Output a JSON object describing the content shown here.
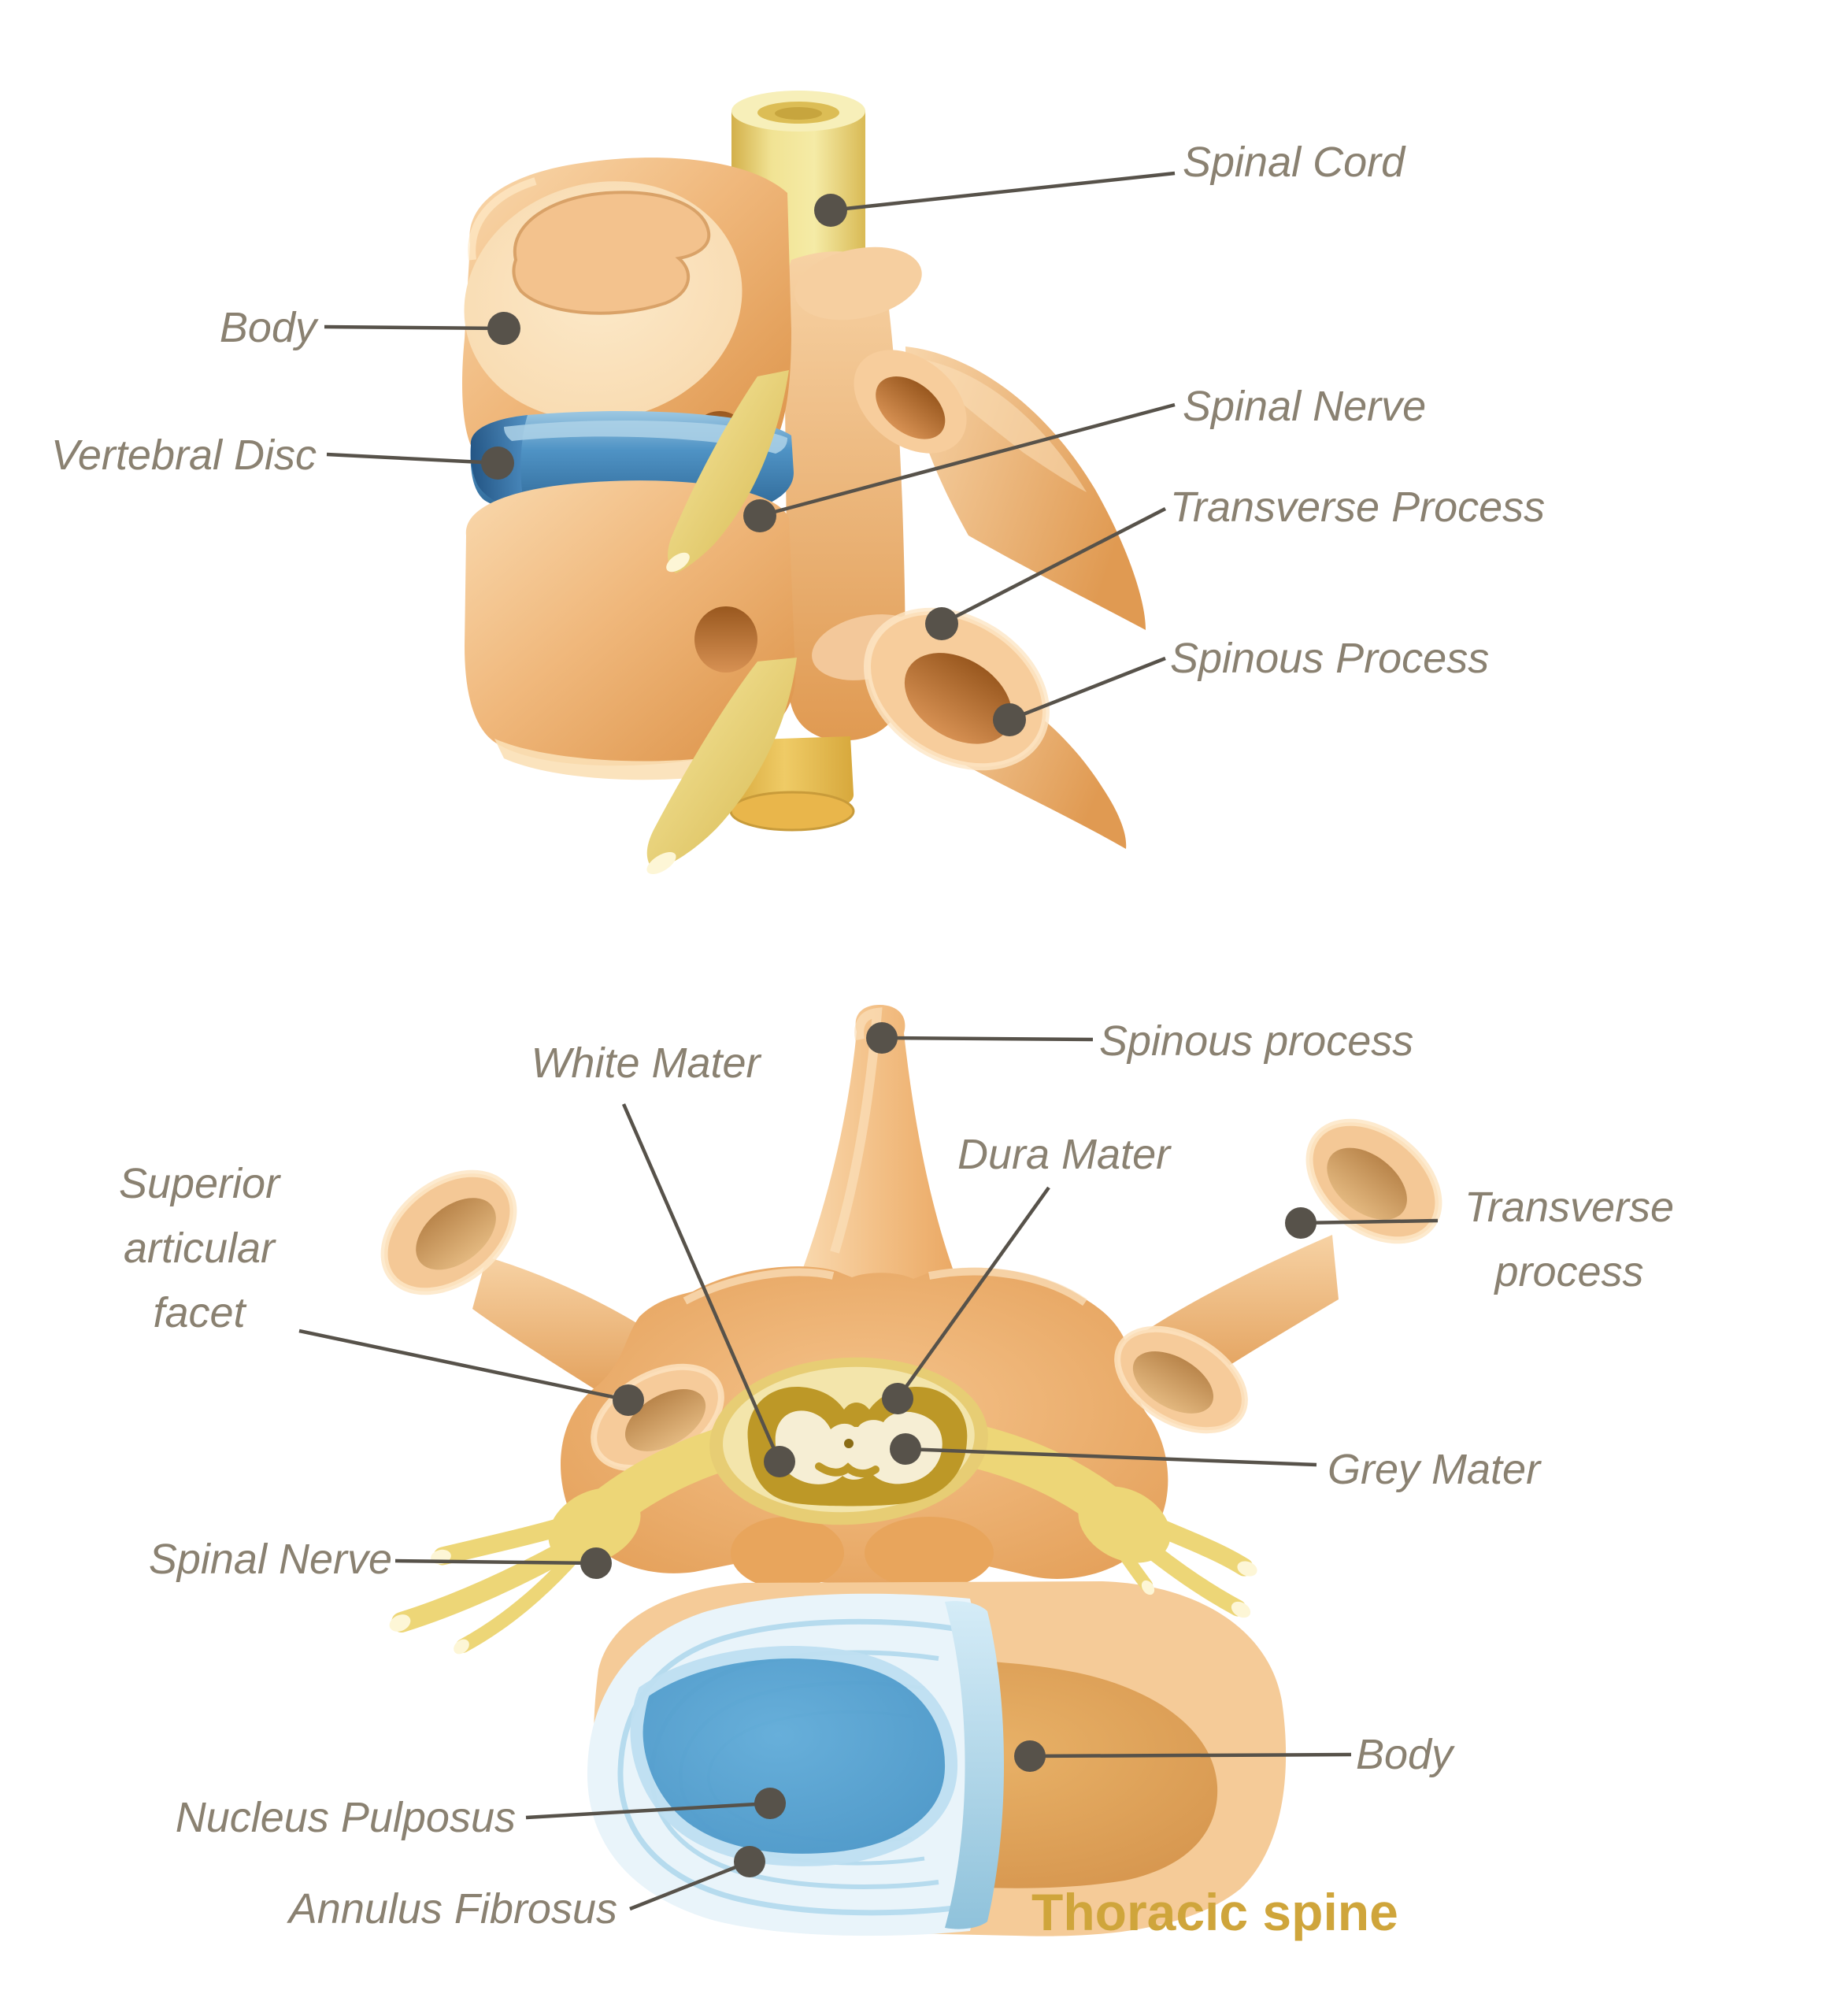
{
  "page": {
    "background": "#ffffff",
    "label_color": "#8a8171",
    "leader_color": "#57524a",
    "title_color": "#cfa53b"
  },
  "top_figure": {
    "name": "Lateral view of two thoracic vertebrae with disc and spinal cord",
    "labels": {
      "spinal_cord": "Spinal Cord",
      "body": "Body",
      "vertebral_disc": "Vertebral Disc",
      "spinal_nerve": "Spinal Nerve",
      "transverse_process": "Transverse Process",
      "spinous_process": "Spinous Process"
    }
  },
  "bottom_figure": {
    "name": "Axial cross-section of a thoracic vertebra",
    "title": "Thoracic spine",
    "labels": {
      "white_mater": "White Mater",
      "spinous_process": "Spinous process",
      "dura_mater": "Dura Mater",
      "transverse_process": "Transverse\nprocess",
      "grey_mater": "Grey Mater",
      "superior_articular_facet": "Superior\narticular\nfacet",
      "spinal_nerve": "Spinal Nerve",
      "nucleus_pulposus": "Nucleus Pulposus",
      "body": "Body",
      "annulus_fibrosus": "Annulus Fibrosus"
    }
  },
  "palette": {
    "bone_light": "#fbe3bd",
    "bone_mid": "#f0b87c",
    "bone_dark": "#db9146",
    "disc_blue": "#4f93c5",
    "disc_blue_dark": "#2a618f",
    "annulus_light_blue": "#e9f4fa",
    "nucleus_blue": "#4f9aca",
    "cord_yellow": "#f1e394",
    "nerve_yellow": "#edd677",
    "dura_pale_yellow": "#f3e5ab",
    "grey_matter_olive": "#bd9827",
    "white_matter_cream": "#f6eed4"
  }
}
